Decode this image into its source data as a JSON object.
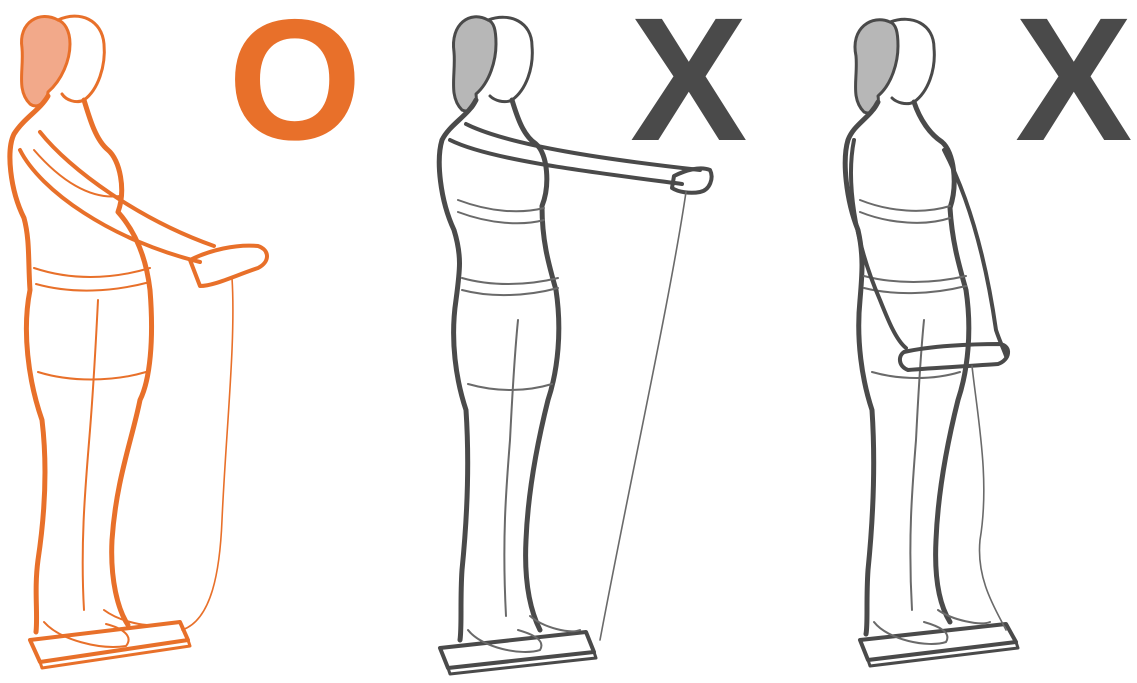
{
  "colors": {
    "correct": "#e8702a",
    "correct_hair": "#f2a98a",
    "wrong": "#4a4a4a",
    "wrong_hair": "#b7b7b7",
    "thin_line": "#6a6a6a"
  },
  "panels": [
    {
      "id": "correct",
      "mark": "O",
      "pose": "arms-forward-down",
      "verdict": "correct"
    },
    {
      "id": "wrong-1",
      "mark": "X",
      "pose": "arms-straight-forward",
      "verdict": "incorrect"
    },
    {
      "id": "wrong-2",
      "mark": "X",
      "pose": "arms-down-at-sides",
      "verdict": "incorrect"
    }
  ]
}
